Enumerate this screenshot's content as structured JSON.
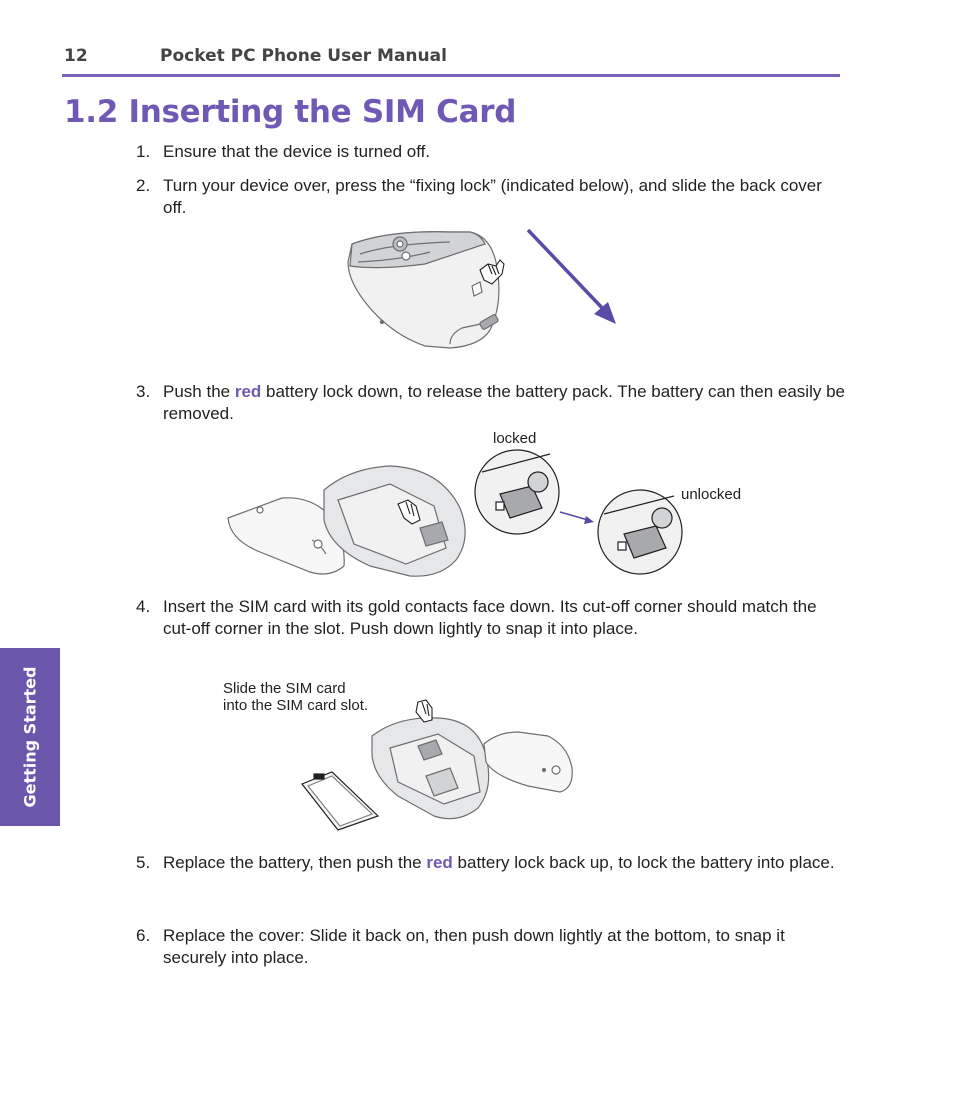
{
  "header": {
    "page_number": "12",
    "title": "Pocket PC Phone User Manual"
  },
  "section": {
    "title": "1.2 Inserting the SIM Card"
  },
  "side_tab": {
    "label": "Getting Started"
  },
  "steps": [
    {
      "number": "1.",
      "text": "Ensure that the device is turned off."
    },
    {
      "number": "2.",
      "text": "Turn your device over, press the “fixing lock” (indicated below), and slide the back cover off."
    },
    {
      "number": "3.",
      "before": "Push the ",
      "highlight": "red",
      "after": " battery lock down, to release the battery pack.  The battery can then easily be removed."
    },
    {
      "number": "4.",
      "text": "Insert the SIM card with its gold contacts face down.  Its cut-off corner should match the cut-off corner in the slot.  Push down lightly to snap it into place."
    },
    {
      "number": "5.",
      "before": "Replace the battery, then push the ",
      "highlight": "red",
      "after": " battery lock back up, to lock the battery into place."
    },
    {
      "number": "6.",
      "text": "Replace the cover:  Slide it back on, then push down lightly at the bottom, to snap it securely into place."
    }
  ],
  "figures": {
    "battery": {
      "locked_label": "locked",
      "unlocked_label": "unlocked"
    },
    "sim": {
      "caption": [
        "Slide the SIM card",
        "into the SIM card slot."
      ]
    }
  },
  "colors": {
    "accent": "#7059b4",
    "rule": "#7a63b8",
    "side_tab": "#6c56ac"
  }
}
